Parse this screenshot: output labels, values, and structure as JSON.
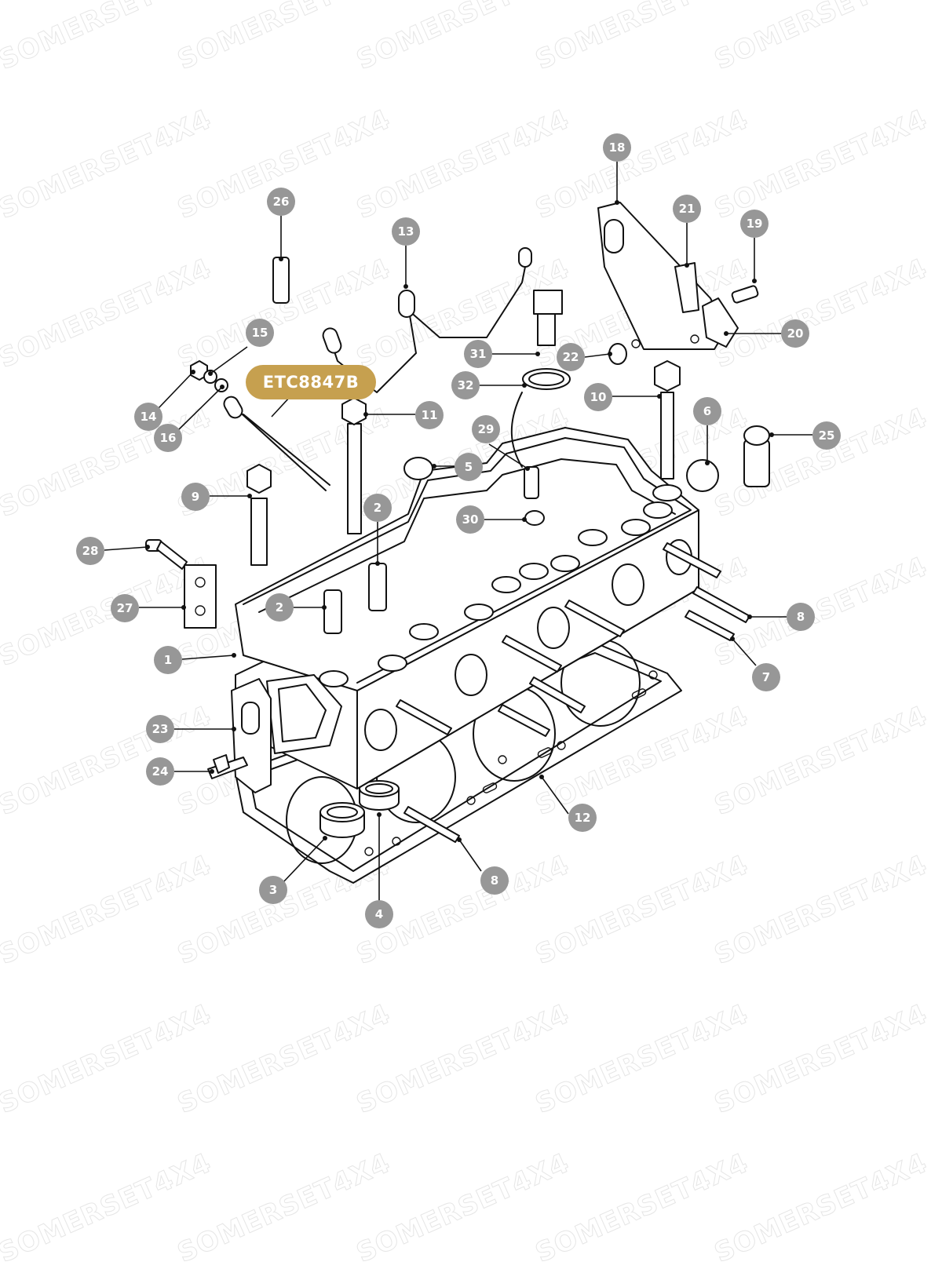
{
  "watermark": {
    "text": "SOMERSET4X4"
  },
  "part_badge": {
    "label": "ETC8847B"
  },
  "callouts": [
    {
      "id": "c18",
      "label": "18"
    },
    {
      "id": "c21",
      "label": "21"
    },
    {
      "id": "c19",
      "label": "19"
    },
    {
      "id": "c26",
      "label": "26"
    },
    {
      "id": "c13",
      "label": "13"
    },
    {
      "id": "c15",
      "label": "15"
    },
    {
      "id": "c20",
      "label": "20"
    },
    {
      "id": "c31",
      "label": "31"
    },
    {
      "id": "c22",
      "label": "22"
    },
    {
      "id": "c32",
      "label": "32"
    },
    {
      "id": "c14",
      "label": "14"
    },
    {
      "id": "c16",
      "label": "16"
    },
    {
      "id": "c11",
      "label": "11"
    },
    {
      "id": "c10",
      "label": "10"
    },
    {
      "id": "c6",
      "label": "6"
    },
    {
      "id": "c25",
      "label": "25"
    },
    {
      "id": "c29",
      "label": "29"
    },
    {
      "id": "c5",
      "label": "5"
    },
    {
      "id": "c9",
      "label": "9"
    },
    {
      "id": "c2a",
      "label": "2"
    },
    {
      "id": "c30",
      "label": "30"
    },
    {
      "id": "c28",
      "label": "28"
    },
    {
      "id": "c27",
      "label": "27"
    },
    {
      "id": "c2b",
      "label": "2"
    },
    {
      "id": "c8a",
      "label": "8"
    },
    {
      "id": "c1",
      "label": "1"
    },
    {
      "id": "c7",
      "label": "7"
    },
    {
      "id": "c23",
      "label": "23"
    },
    {
      "id": "c24",
      "label": "24"
    },
    {
      "id": "c12",
      "label": "12"
    },
    {
      "id": "c3",
      "label": "3"
    },
    {
      "id": "c8b",
      "label": "8"
    },
    {
      "id": "c4",
      "label": "4"
    }
  ],
  "colors": {
    "callout": "#979797",
    "badge": "#c6a04f",
    "line": "#111111"
  }
}
